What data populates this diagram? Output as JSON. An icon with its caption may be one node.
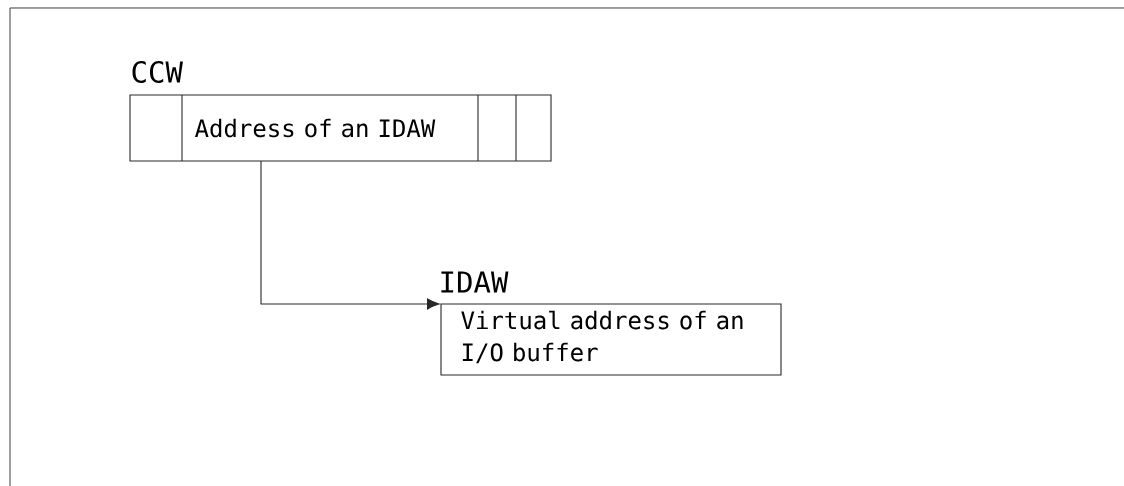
{
  "diagram": {
    "nodes": [
      {
        "text": [
          "CCW",
          "Address of an IDAW"
        ]
      },
      {
        "text": [
          "IDAW",
          "Virtual address of an I/O buffer"
        ]
      }
    ],
    "edges": [
      {
        "from": 0,
        "to": 1,
        "arrow": "to"
      }
    ]
  }
}
